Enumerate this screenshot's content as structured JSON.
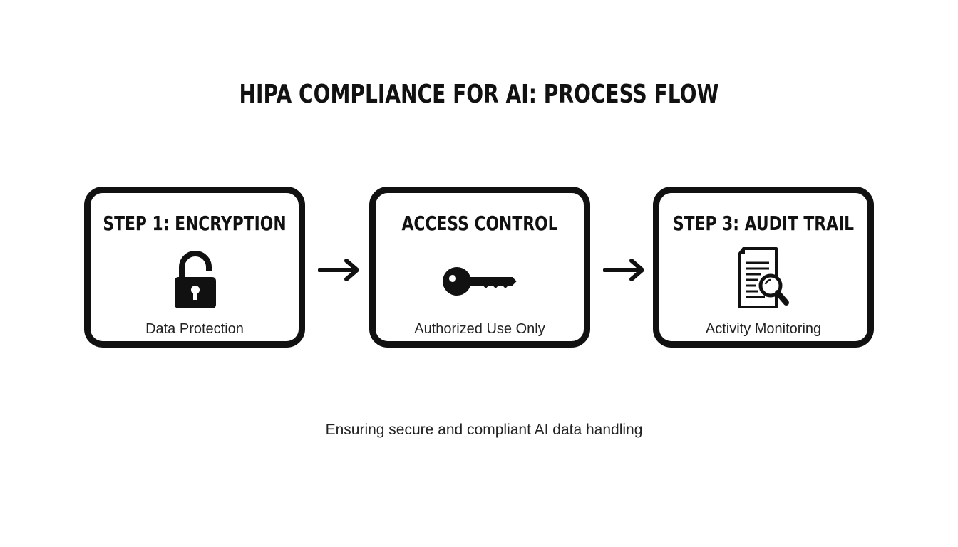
{
  "title": "HIPA COMPLIANCE FOR AI: PROCESS FLOW",
  "steps": [
    {
      "title": "STEP 1: ENCRYPTION",
      "subtitle": "Data Protection",
      "icon": "padlock-icon"
    },
    {
      "title": "ACCESS CONTROL",
      "subtitle": "Authorized Use Only",
      "icon": "key-icon"
    },
    {
      "title": "STEP 3: AUDIT TRAIL",
      "subtitle": "Activity Monitoring",
      "icon": "document-search-icon"
    }
  ],
  "footer": "Ensuring secure and compliant AI data handling",
  "colors": {
    "stroke": "#111111",
    "background": "#ffffff"
  }
}
